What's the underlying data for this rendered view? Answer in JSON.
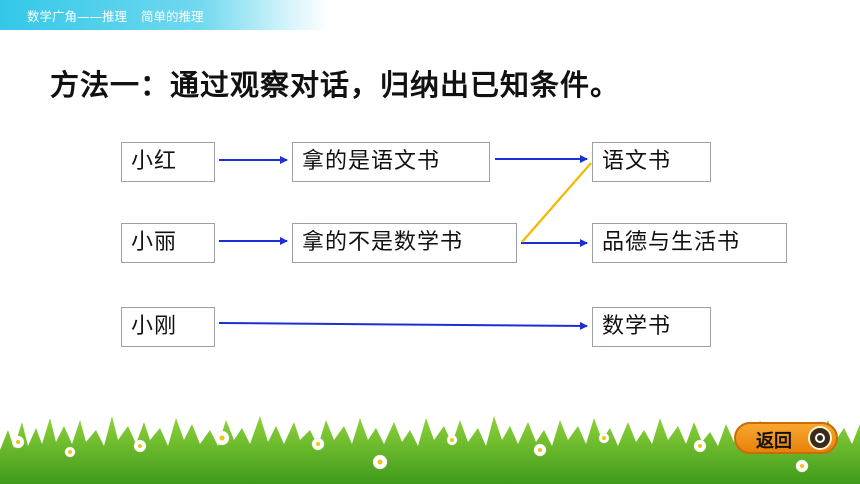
{
  "header": {
    "chapter": "数学广角——推理",
    "lesson": "简单的推理"
  },
  "title": "方法一：通过观察对话，归纳出已知条件。",
  "people": {
    "p1": "小红",
    "p2": "小丽",
    "p3": "小刚"
  },
  "statements": {
    "s1": "拿的是语文书",
    "s2": "拿的不是数学书"
  },
  "results": {
    "r1": "语文书",
    "r2": "品德与生活书",
    "r3": "数学书"
  },
  "back_button": {
    "label": "返回",
    "icon": "search-icon"
  },
  "colors": {
    "header": "#33c8e8",
    "arrow_blue": "#1c2fd6",
    "arrow_yellow": "#f5b800",
    "button": "#f39a1e"
  }
}
